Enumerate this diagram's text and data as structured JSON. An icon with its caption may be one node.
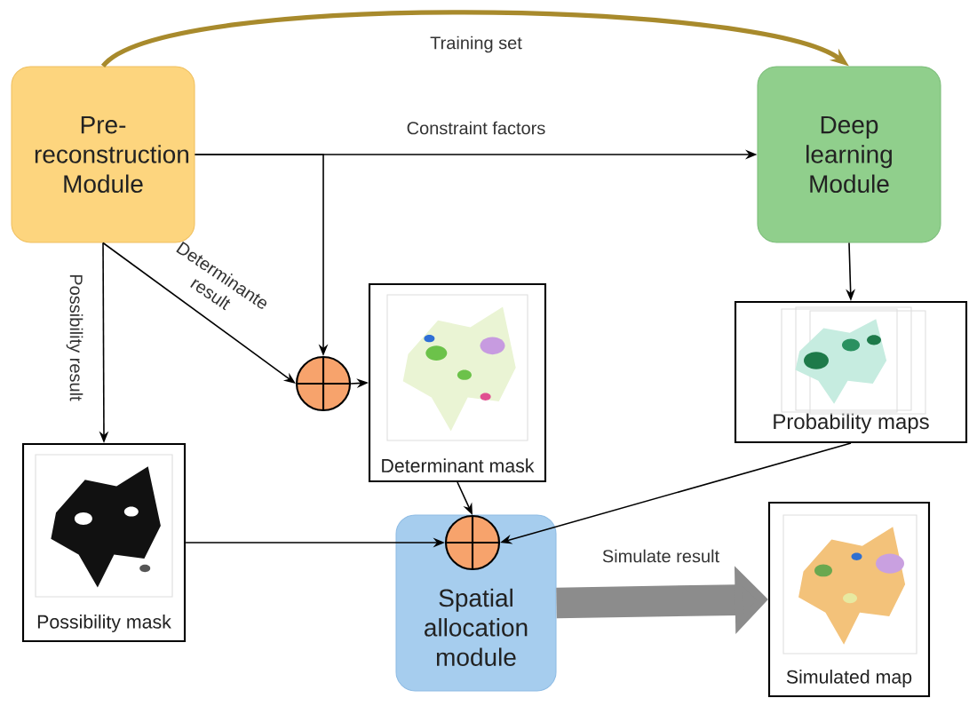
{
  "diagram": {
    "nodes": [
      {
        "text": [
          "Pre-reconstruction Module"
        ]
      },
      {
        "text": [
          "Deep learning Module"
        ]
      },
      {
        "text": [],
        "shape": "circle"
      },
      {
        "text": [
          "Determinant mask"
        ]
      },
      {
        "text": [
          "Probability maps"
        ]
      },
      {
        "text": [
          "Possibility mask"
        ]
      },
      {
        "text": [
          "Spatial allocation module"
        ]
      },
      {
        "text": [],
        "shape": "circle",
        "in": 6
      },
      {
        "text": [
          "Simulated map"
        ]
      }
    ],
    "edges": [
      {
        "from": 0,
        "to": 1,
        "arrow": "to",
        "label": "Training set",
        "style": "thick",
        "color": "#a88a2c"
      },
      {
        "from": 0,
        "to": 1,
        "arrow": "to",
        "label": "Constraint factors"
      },
      {
        "from": 0,
        "to": 2,
        "arrow": "to",
        "label": "Determinante result"
      },
      {
        "from": 0,
        "to": 2,
        "arrow": "to"
      },
      {
        "from": 2,
        "to": 3,
        "arrow": "to"
      },
      {
        "from": 0,
        "to": 5,
        "arrow": "to",
        "label": "Possibility result"
      },
      {
        "from": 1,
        "to": 4,
        "arrow": "to"
      },
      {
        "from": 3,
        "to": 7,
        "arrow": "to"
      },
      {
        "from": 5,
        "to": 7,
        "arrow": "to"
      },
      {
        "from": 4,
        "to": 7,
        "arrow": "to"
      },
      {
        "from": 6,
        "to": 8,
        "arrow": "to",
        "label": "Simulate result",
        "style": "thick",
        "color": "#8c8c8c"
      }
    ]
  }
}
